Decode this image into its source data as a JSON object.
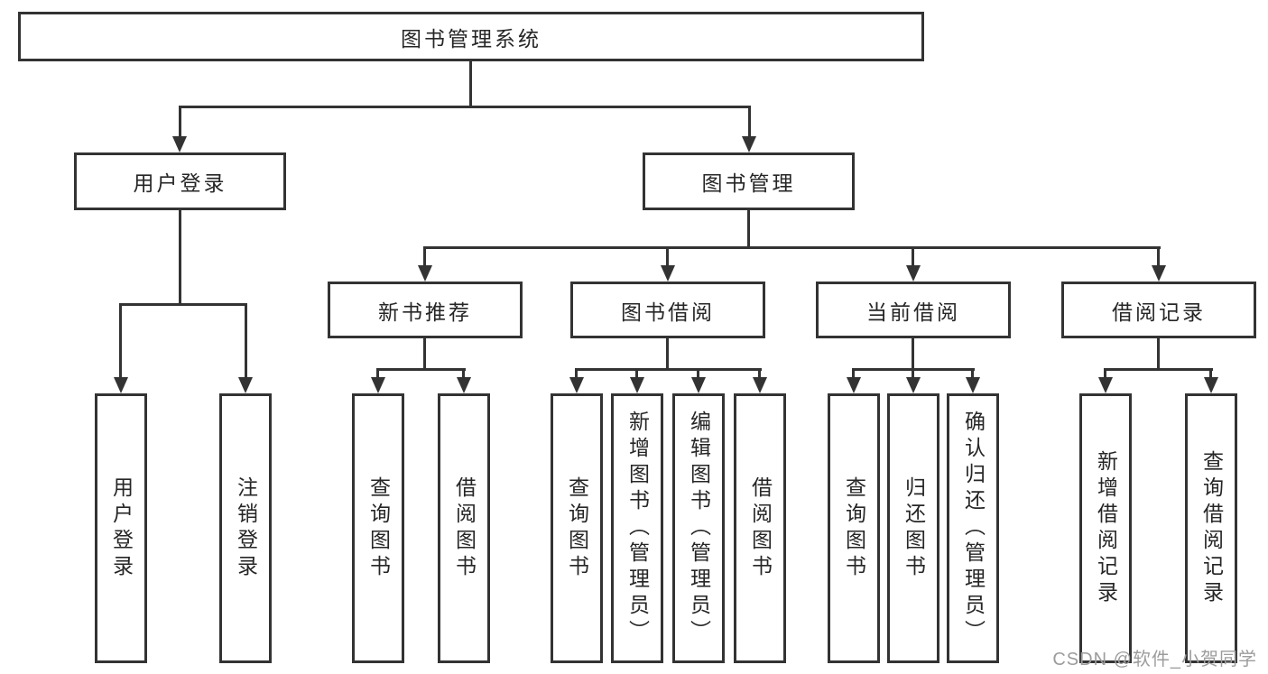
{
  "tree": {
    "root": "图书管理系统",
    "branches": [
      {
        "label": "用户登录",
        "children": [
          "用户登录",
          "注销登录"
        ]
      },
      {
        "label": "图书管理",
        "groups": [
          {
            "label": "新书推荐",
            "children": [
              "查询图书",
              "借阅图书"
            ]
          },
          {
            "label": "图书借阅",
            "children": [
              "查询图书",
              "新增图书（管理员）",
              "编辑图书（管理员）",
              "借阅图书"
            ]
          },
          {
            "label": "当前借阅",
            "children": [
              "查询图书",
              "归还图书",
              "确认归还（管理员）"
            ]
          },
          {
            "label": "借阅记录",
            "children": [
              "新增借阅记录",
              "查询借阅记录"
            ]
          }
        ]
      }
    ]
  },
  "watermark": "CSDN @软件_小贺同学",
  "colors": {
    "line": "#333333",
    "text": "#262626",
    "watermark": "#9c9c9c",
    "background": "#ffffff"
  }
}
